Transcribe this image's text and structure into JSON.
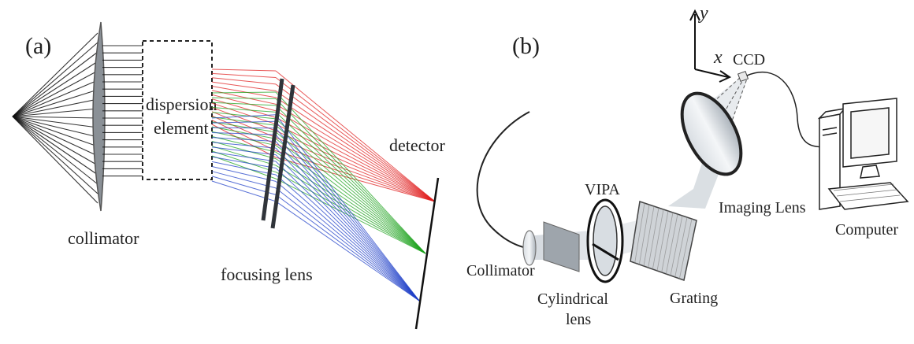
{
  "panel_a": {
    "tag": "(a)",
    "labels": {
      "collimator": "collimator",
      "dispersion_1": "dispersion",
      "dispersion_2": "element",
      "focusing_lens": "focusing lens",
      "detector": "detector"
    },
    "beam_colors": {
      "red": "#e02020",
      "green": "#1fa31f",
      "blue": "#2040c8",
      "source": "#111111"
    }
  },
  "panel_b": {
    "tag": "(b)",
    "labels": {
      "collimator": "Collimator",
      "cylindrical_1": "Cylindrical",
      "cylindrical_2": "lens",
      "vipa": "VIPA",
      "grating": "Grating",
      "imaging_lens": "Imaging Lens",
      "ccd": "CCD",
      "computer": "Computer",
      "axis_x": "x",
      "axis_y": "y"
    }
  }
}
